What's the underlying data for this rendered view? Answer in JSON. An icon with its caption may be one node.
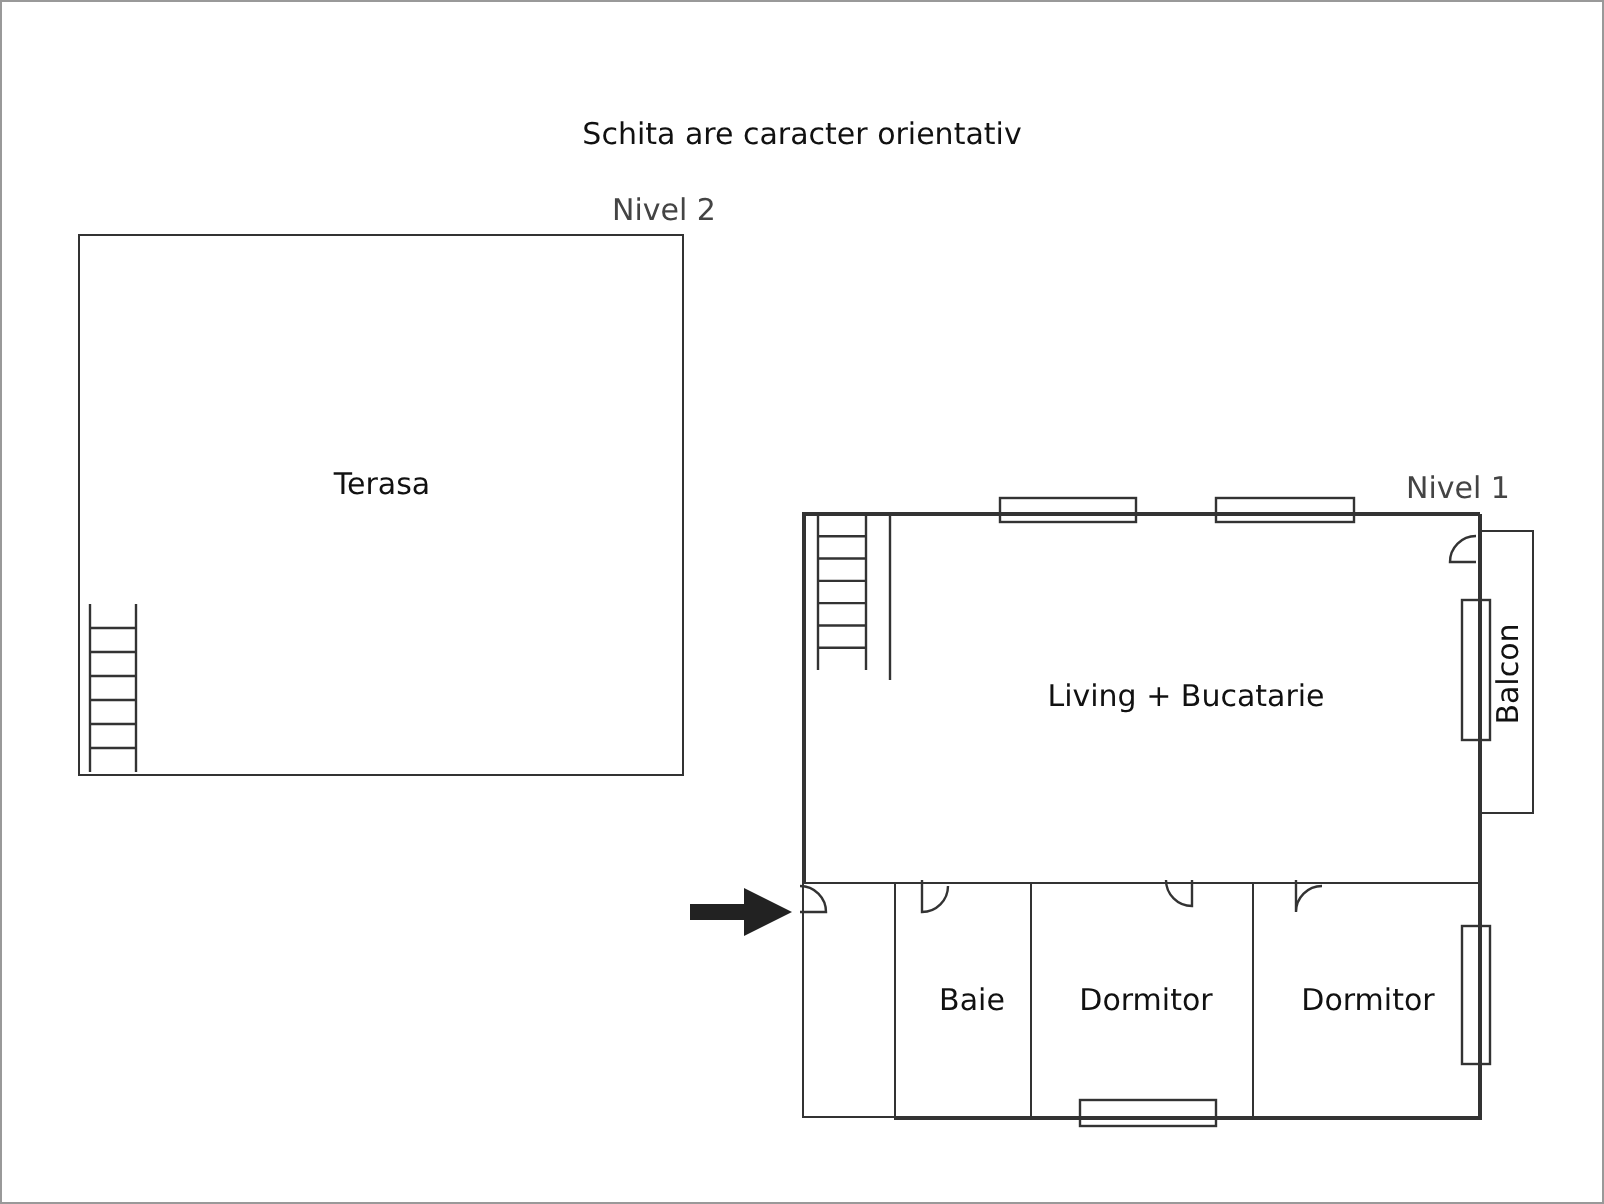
{
  "diagram": {
    "title": "Schita are caracter orientativ",
    "nodes": [
      {
        "text": [
          "Nivel 2",
          "Terasa"
        ]
      },
      {
        "text": [
          "Nivel 1"
        ]
      },
      {
        "text": [
          "Living + Bucatarie"
        ],
        "in": 1
      },
      {
        "text": [
          "Baie"
        ],
        "in": 1
      },
      {
        "text": [
          "Dormitor"
        ],
        "in": 1
      },
      {
        "text": [
          "Dormitor"
        ],
        "in": 1
      },
      {
        "text": [
          "Balcon"
        ]
      }
    ],
    "edges": [
      {
        "from": null,
        "to": 1,
        "arrow": "to"
      }
    ]
  }
}
